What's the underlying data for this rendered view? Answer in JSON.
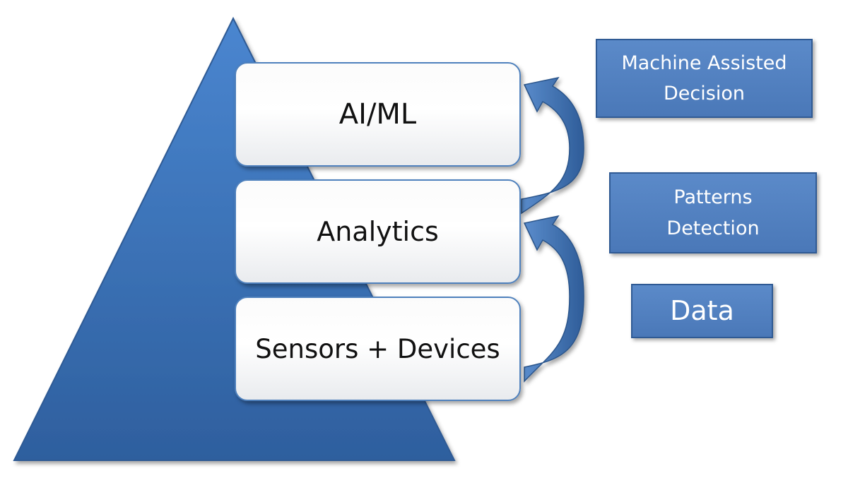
{
  "pyramid": {
    "fill_top": "#4a86d0",
    "fill_bottom": "#2e5f9e",
    "layers": [
      {
        "label": "AI/ML"
      },
      {
        "label": "Analytics"
      },
      {
        "label": "Sensors + Devices"
      }
    ]
  },
  "labels": {
    "machine_assisted": {
      "line1": "Machine Assisted",
      "line2": "Decision"
    },
    "patterns": {
      "line1": "Patterns",
      "line2": "Detection"
    },
    "data": {
      "text": "Data"
    }
  },
  "arrows": {
    "color": "#3e6fae",
    "connections": [
      {
        "from": "Sensors + Devices",
        "to": "Analytics"
      },
      {
        "from": "Analytics",
        "to": "AI/ML"
      }
    ]
  }
}
